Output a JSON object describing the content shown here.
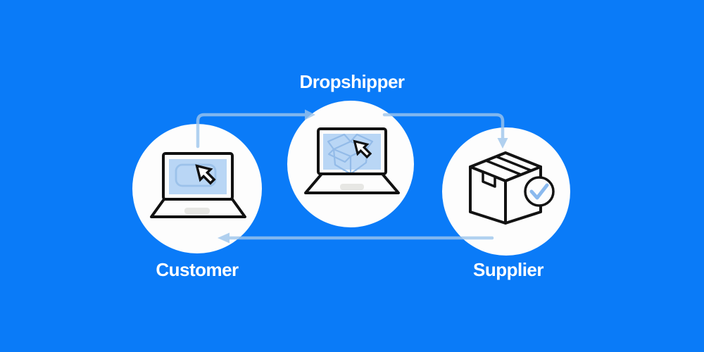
{
  "diagram": {
    "nodes": [
      {
        "id": "customer",
        "label": "Customer",
        "icon": "laptop-with-cursor"
      },
      {
        "id": "dropshipper",
        "label": "Dropshipper",
        "icon": "laptop-with-open-box-and-cursor"
      },
      {
        "id": "supplier",
        "label": "Supplier",
        "icon": "sealed-box-with-checkmark"
      }
    ],
    "flows": [
      {
        "from": "Customer",
        "to": "Dropshipper"
      },
      {
        "from": "Dropshipper",
        "to": "Supplier"
      },
      {
        "from": "Supplier",
        "to": "Customer"
      }
    ],
    "colors": {
      "background": "#0a7bf8",
      "node_circle": "#fdfdfd",
      "arrow": "#9ec5ec",
      "icon_outline": "#111111",
      "screen_fill": "#b9d6f5",
      "screen_accent": "#93bbe8",
      "touchpad": "#e7e7e4",
      "checkmark": "#8ab9ee",
      "label_text": "#ffffff"
    }
  }
}
